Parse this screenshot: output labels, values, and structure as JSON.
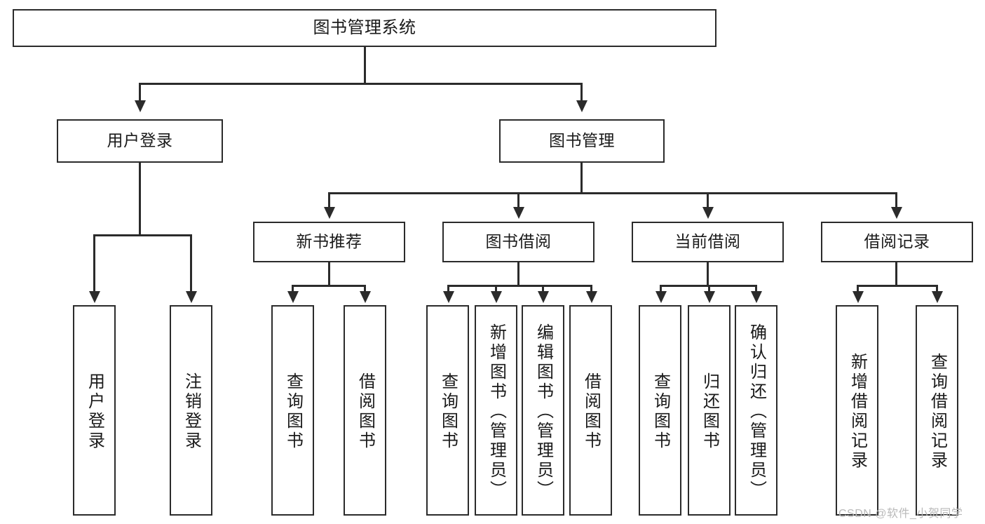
{
  "diagram": {
    "type": "tree-hierarchy-flowchart",
    "root": {
      "label": "图书管理系统"
    },
    "level2": [
      {
        "label": "用户登录"
      },
      {
        "label": "图书管理"
      }
    ],
    "level3": [
      {
        "label": "新书推荐"
      },
      {
        "label": "图书借阅"
      },
      {
        "label": "当前借阅"
      },
      {
        "label": "借阅记录"
      }
    ],
    "leaves": {
      "user_login": [
        {
          "label": "用户登录"
        },
        {
          "label": "注销登录"
        }
      ],
      "new_book_recommend": [
        {
          "label": "查询图书"
        },
        {
          "label": "借阅图书"
        }
      ],
      "book_borrow": [
        {
          "label": "查询图书"
        },
        {
          "label": "新增图书（管理员）"
        },
        {
          "label": "编辑图书（管理员）"
        },
        {
          "label": "借阅图书"
        }
      ],
      "current_borrow": [
        {
          "label": "查询图书"
        },
        {
          "label": "归还图书"
        },
        {
          "label": "确认归还（管理员）"
        }
      ],
      "borrow_record": [
        {
          "label": "新增借阅记录"
        },
        {
          "label": "查询借阅记录"
        }
      ]
    }
  },
  "watermark": {
    "text": "CSDN @软件_小贺同学"
  },
  "colors": {
    "stroke": "#2b2b2b",
    "fill": "#ffffff",
    "text": "#1a1a1a",
    "watermark": "#b9b9b9"
  }
}
